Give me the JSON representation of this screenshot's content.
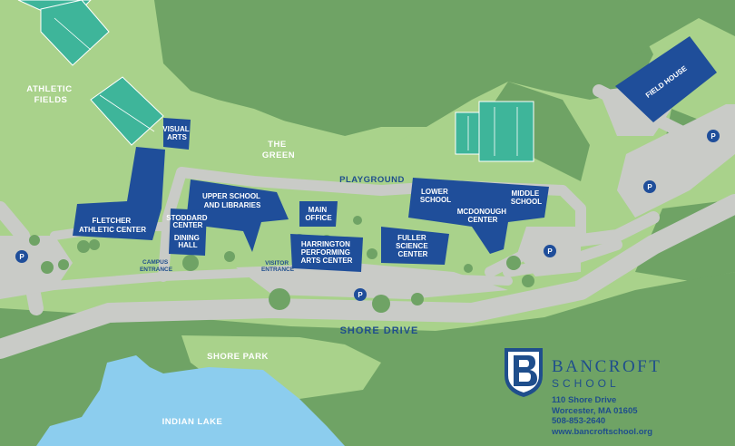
{
  "map": {
    "labels": {
      "athletic_fields": [
        "ATHLETIC",
        "FIELDS"
      ],
      "the_green": [
        "THE",
        "GREEN"
      ],
      "playground": "PLAYGROUND",
      "shore_drive": "SHORE DRIVE",
      "shore_park": "SHORE PARK",
      "indian_lake": "INDIAN LAKE",
      "campus_entrance": [
        "CAMPUS",
        "ENTRANCE"
      ],
      "visitor_entrance": [
        "VISITOR",
        "ENTRANCE"
      ]
    },
    "buildings": {
      "visual_arts": [
        "VISUAL",
        "ARTS"
      ],
      "fletcher": [
        "FLETCHER",
        "ATHLETIC CENTER"
      ],
      "upper_school": [
        "UPPER SCHOOL",
        "AND LIBRARIES"
      ],
      "stoddard": [
        "STODDARD",
        "CENTER"
      ],
      "dining": [
        "DINING",
        "HALL"
      ],
      "main_office": [
        "MAIN",
        "OFFICE"
      ],
      "harrington": [
        "HARRINGTON",
        "PERFORMING",
        "ARTS CENTER"
      ],
      "fuller": [
        "FULLER",
        "SCIENCE",
        "CENTER"
      ],
      "lower_school": [
        "LOWER",
        "SCHOOL"
      ],
      "mcdonough": [
        "MCDONOUGH",
        "CENTER"
      ],
      "middle_school": [
        "MIDDLE",
        "SCHOOL"
      ],
      "field_house": "FIELD HOUSE"
    },
    "parking_symbol": "P"
  },
  "logo": {
    "name": "BANCROFT",
    "sub": "SCHOOL",
    "address": [
      "110 Shore Drive",
      "Worcester, MA 01605",
      "508-853-2640",
      "www.bancroftschool.org"
    ]
  },
  "colors": {
    "light_grass": "#a9d28b",
    "dark_grass": "#6fa365",
    "road": "#c9cbc7",
    "building": "#1f4e9a",
    "court": "#3eb59a",
    "water": "#8ccdee",
    "accent_text": "#1f4e8c"
  }
}
